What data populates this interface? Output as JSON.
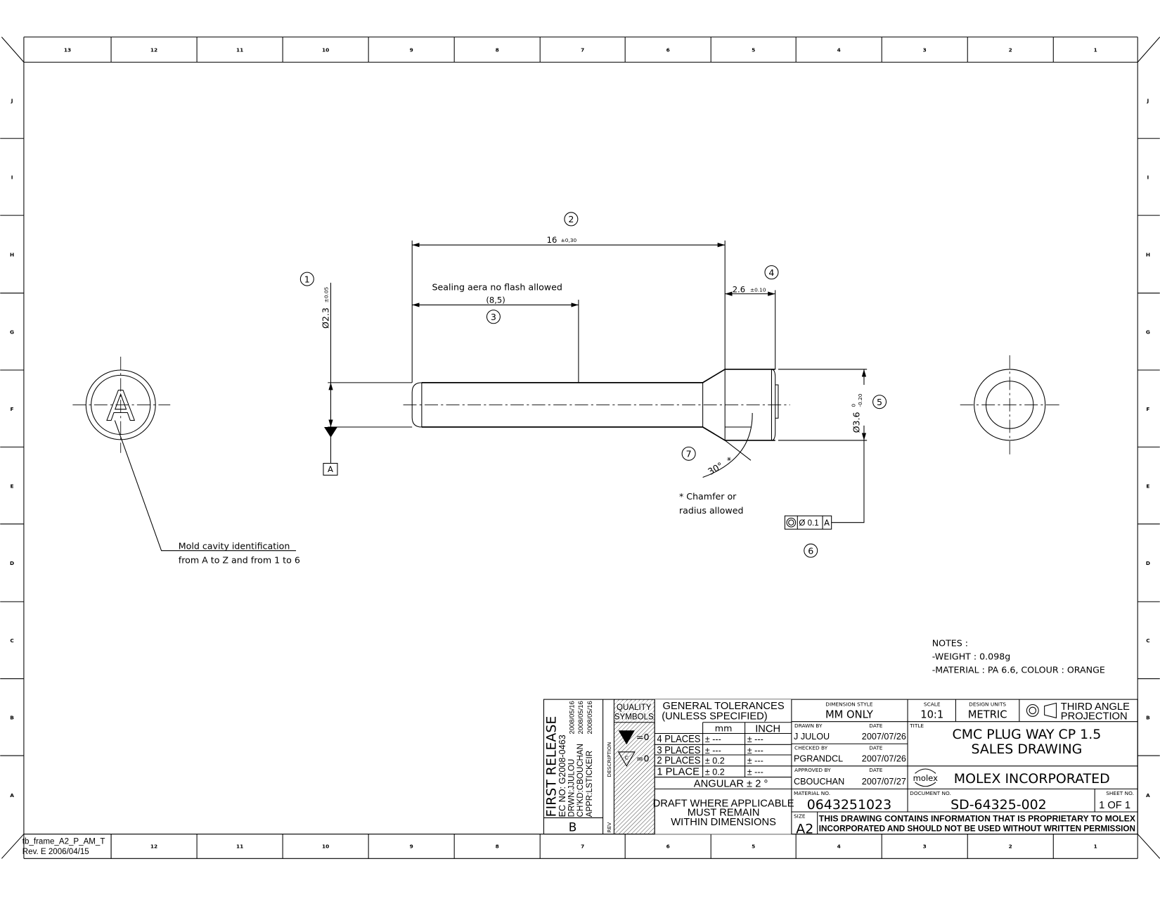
{
  "frame": {
    "columns": [
      "13",
      "12",
      "11",
      "10",
      "9",
      "8",
      "7",
      "6",
      "5",
      "4",
      "3",
      "2",
      "1"
    ],
    "rows": [
      "J",
      "I",
      "H",
      "G",
      "F",
      "E",
      "D",
      "C",
      "B",
      "A"
    ],
    "template_name": "tb_frame_A2_P_AM_T",
    "template_rev": "Rev. E 2006/04/15"
  },
  "drawing": {
    "balloons": [
      "1",
      "2",
      "3",
      "4",
      "5",
      "6",
      "7"
    ],
    "dim_length": "16",
    "dim_length_tol": "±0,30",
    "sealing_note": "Sealing aera no flash allowed",
    "dim_sealing": "(8,5)",
    "dim_head": "2.6",
    "dim_head_tol": "±0.10",
    "dim_shaft_dia": "Ø2.3",
    "dim_shaft_tol": "±0.05",
    "dim_head_dia": "Ø3.6",
    "dim_head_dia_upper": "0",
    "dim_head_dia_lower": "-0.20",
    "datum": "A",
    "fcf_tolerance": "Ø 0.1",
    "fcf_datum": "A",
    "angle": "30°",
    "angle_mark": "*",
    "chamfer_note_1": "* Chamfer or",
    "chamfer_note_2": "radius allowed",
    "cavity_letter": "A",
    "cavity_note_1": "Mold cavity identification",
    "cavity_note_2": "from A to Z and from 1 to 6"
  },
  "notes": {
    "title": "NOTES :",
    "weight": "-WEIGHT : 0.098g",
    "material": "-MATERIAL : PA 6.6, COLOUR : ORANGE"
  },
  "title_block": {
    "revision": {
      "description": "FIRST RELEASE",
      "ec_no": "EC NO: G2008-0463",
      "drawn": "DRWN:JJULOU",
      "drawn_date": "2008/05/16",
      "checked": "CH'KD:CBOUCHAN",
      "checked_date": "2008/05/16",
      "approved": "APPR:LSTICKEIR",
      "approved_date": "2008/05/16",
      "description_label": "DESCRIPTION",
      "rev": "B",
      "rev_label": "REV"
    },
    "quality_symbols_1": "QUALITY",
    "quality_symbols_2": "SYMBOLS",
    "quality_eq_1": "=0",
    "quality_eq_2": "=0",
    "quality_c": "C",
    "tolerances": {
      "title_1": "GENERAL TOLERANCES",
      "title_2": "(UNLESS SPECIFIED)",
      "col_mm": "mm",
      "col_inch": "INCH",
      "rows": [
        {
          "label": "4 PLACES",
          "mm": "± ---",
          "inch": "± ---"
        },
        {
          "label": "3 PLACES",
          "mm": "± ---",
          "inch": "± ---"
        },
        {
          "label": "2 PLACES",
          "mm": "± 0.2",
          "inch": "± ---"
        },
        {
          "label": "1 PLACE",
          "mm": "± 0.2",
          "inch": "± ---"
        }
      ],
      "angular": "ANGULAR ± 2 °",
      "draft_1": "DRAFT WHERE APPLICABLE",
      "draft_2": "MUST REMAIN",
      "draft_3": "WITHIN DIMENSIONS"
    },
    "dimension_style_label": "DIMENSION STYLE",
    "dimension_style": "MM ONLY",
    "scale_label": "SCALE",
    "scale": "10:1",
    "design_units_label": "DESIGN UNITS",
    "design_units": "METRIC",
    "projection_1": "THIRD ANGLE",
    "projection_2": "PROJECTION",
    "drawn_by_label": "DRAWN BY",
    "drawn_by": "J JULOU",
    "drawn_date": "2007/07/26",
    "checked_by_label": "CHECKED BY",
    "checked_by": "PGRANDCL",
    "checked_date": "2007/07/26",
    "approved_by_label": "APPROVED BY",
    "approved_by": "CBOUCHAN",
    "approved_date": "2007/07/27",
    "date_label": "DATE",
    "title_label": "TITLE",
    "title_1": "CMC PLUG WAY CP 1.5",
    "title_2": "SALES DRAWING",
    "logo_text": "molex",
    "company": "MOLEX INCORPORATED",
    "material_no_label": "MATERIAL NO.",
    "material_no": "0643251023",
    "document_no_label": "DOCUMENT NO.",
    "document_no": "SD-64325-002",
    "sheet_label": "SHEET NO.",
    "sheet": "1 OF 1",
    "size_label": "SIZE",
    "size": "A2",
    "proprietary_1": "THIS DRAWING CONTAINS INFORMATION THAT IS PROPRIETARY TO MOLEX",
    "proprietary_2": "INCORPORATED AND SHOULD NOT BE USED WITHOUT WRITTEN PERMISSION"
  }
}
